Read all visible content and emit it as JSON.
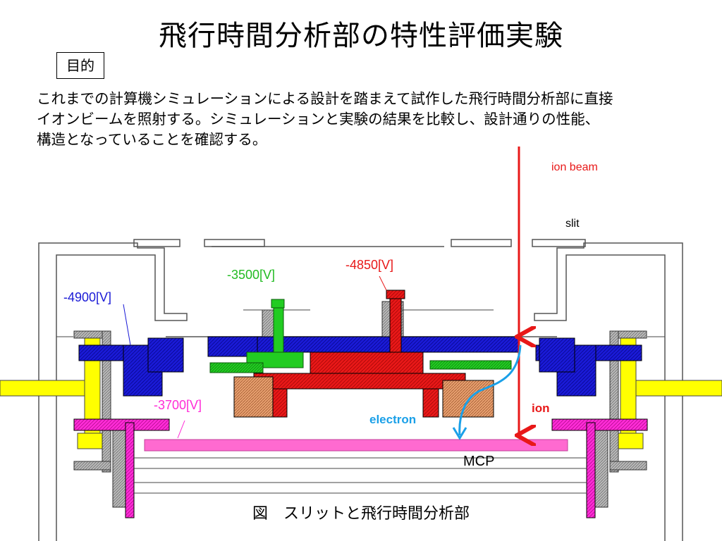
{
  "title": "飛行時間分析部の特性評価実験",
  "purpose_label": "目的",
  "description": [
    "これまでの計算機シミュレーションによる設計を踏まえて試作した飛行時間分析部に直接",
    "イオンビームを照射する。シミュレーションと実験の結果を比較し、設計通りの性能、",
    "構造となっていることを確認する。"
  ],
  "labels": {
    "ion_beam": "ion beam",
    "slit": "slit",
    "v4850": "-4850[V]",
    "v3500": "-3500[V]",
    "v4900": "-4900[V]",
    "v3700": "-3700[V]",
    "electron": "electron",
    "ion": "ion",
    "mcp": "MCP"
  },
  "caption": "図　スリットと飛行時間分析部",
  "colors": {
    "red": "#e81818",
    "blue": "#1a1ad6",
    "green": "#22cc22",
    "magenta": "#ff2bd6",
    "pink": "#ff6ad0",
    "yellow": "#ffff00",
    "tan": "#e8a070",
    "cyan": "#1aa0e8",
    "gray": "#a8a8a8"
  }
}
